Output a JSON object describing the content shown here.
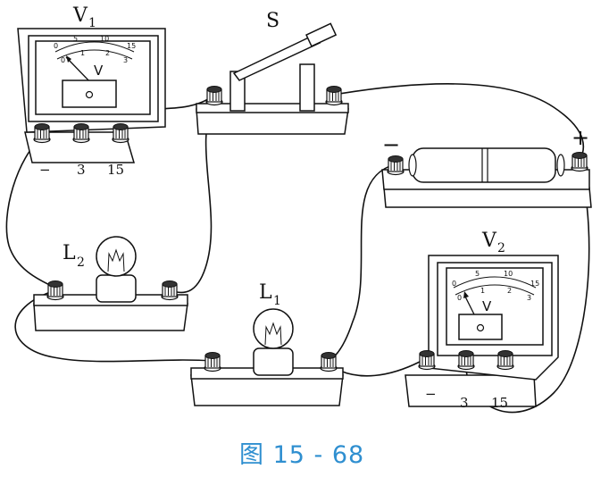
{
  "labels": {
    "v1": "V",
    "v1_sub": "1",
    "v2": "V",
    "v2_sub": "2",
    "switch": "S",
    "l1": "L",
    "l1_sub": "1",
    "l2": "L",
    "l2_sub": "2",
    "battery_minus": "−",
    "battery_plus": "+"
  },
  "voltmeter_v1": {
    "dial_unit": "V",
    "scale_top": [
      "0",
      "5",
      "10",
      "15"
    ],
    "scale_bottom": [
      "0",
      "1",
      "2",
      "3"
    ],
    "terminals": [
      "−",
      "3",
      "15"
    ]
  },
  "voltmeter_v2": {
    "dial_unit": "V",
    "scale_top": [
      "0",
      "5",
      "10",
      "15"
    ],
    "scale_bottom": [
      "0",
      "1",
      "2",
      "3"
    ],
    "terminals": [
      "−",
      "3",
      "15"
    ]
  },
  "caption": "图 15 - 68"
}
